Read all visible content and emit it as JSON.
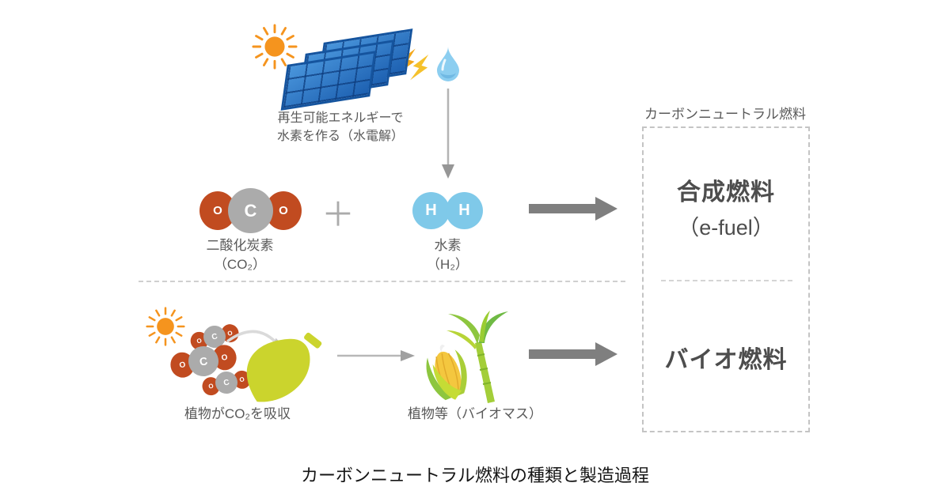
{
  "caption": "カーボンニュートラル燃料の種類と製造過程",
  "top_process": {
    "renewable_label_line1": "再生可能エネルギーで",
    "renewable_label_line2": "水素を作る（水電解）",
    "co2_name": "二酸化炭素",
    "co2_formula": "（CO₂）",
    "plus": "＋",
    "h2_name": "水素",
    "h2_formula": "（H₂）",
    "atoms": {
      "o": "O",
      "c": "C",
      "h": "H"
    }
  },
  "bottom_process": {
    "absorb_label": "植物がCO₂を吸収",
    "biomass_label": "植物等（バイオマス）"
  },
  "result_panel": {
    "header": "カーボンニュートラル燃料",
    "synthetic_name": "合成燃料",
    "synthetic_sub": "（e-fuel）",
    "bio_name": "バイオ燃料"
  },
  "icons": {
    "sun": "sun-icon",
    "solar_panels": "solar-panel-icon",
    "lightning": "lightning-icon",
    "water_drop": "water-drop-icon",
    "leaf": "leaf-icon",
    "corn_and_cane": "biomass-plants-icon"
  },
  "colors": {
    "co2_oxygen": "#C14B20",
    "co2_carbon": "#ABABAB",
    "hydrogen_blue": "#7FC9E9",
    "leaf_green": "#CBD42D",
    "sun_orange": "#F5941E",
    "panel_blue": "#2574C4",
    "arrow_gray": "#7F7F7F",
    "dashed_gray": "#C4C4C4",
    "label_gray": "#595959"
  }
}
